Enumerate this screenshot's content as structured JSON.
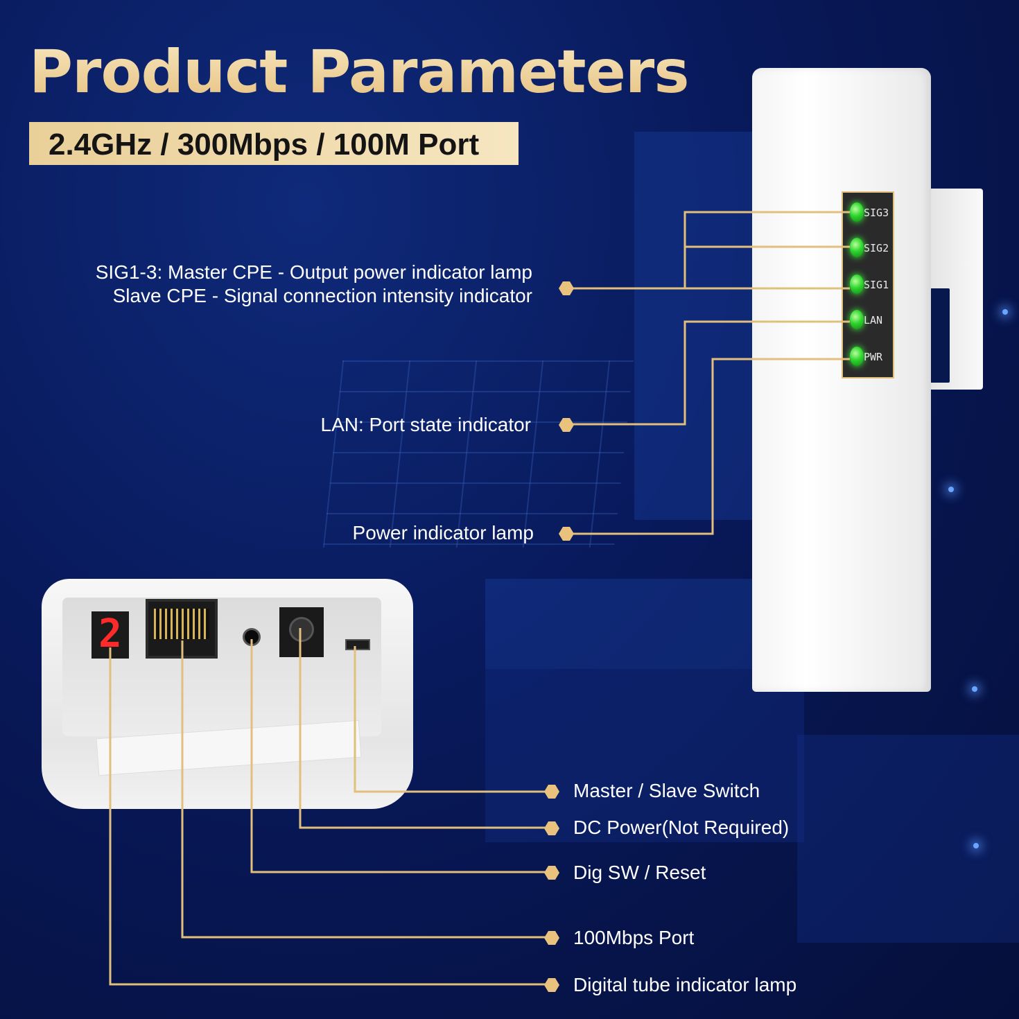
{
  "header": {
    "title": "Product Parameters",
    "subtitle": "2.4GHz / 300Mbps / 100M Port"
  },
  "colors": {
    "background": "#08195a",
    "accent_gold": "#e6c07f",
    "led_green": "#2fd62f",
    "segment_red": "#ff2a2a"
  },
  "top_labels": {
    "sig_line1": "SIG1-3: Master CPE - Output power indicator lamp",
    "sig_line2": "Slave CPE - Signal connection intensity indicator",
    "lan": "LAN: Port state indicator",
    "power": "Power indicator lamp"
  },
  "leds": [
    "SIG3",
    "SIG2",
    "SIG1",
    "LAN",
    "PWR"
  ],
  "segment_display": "2",
  "bottom_labels": {
    "switch": "Master / Slave Switch",
    "dc": "DC Power(Not Required)",
    "reset": "Dig SW / Reset",
    "port": "100Mbps Port",
    "digital": "Digital tube indicator lamp"
  }
}
